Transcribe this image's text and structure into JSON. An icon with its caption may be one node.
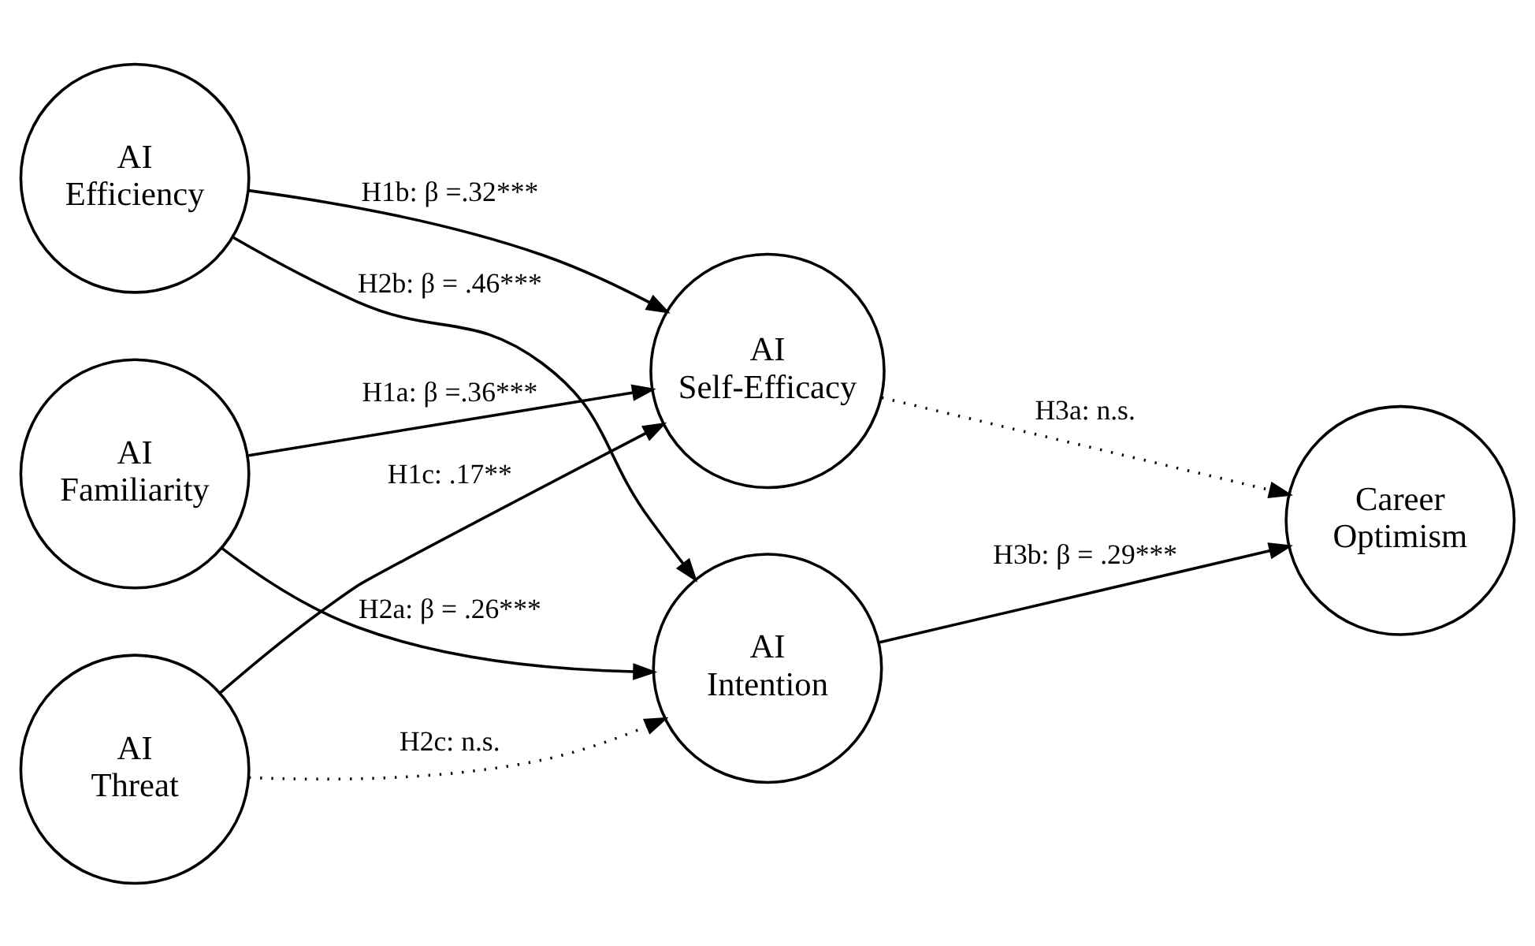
{
  "diagram": {
    "nodes": [
      {
        "text": [
          "AI Familiarity"
        ]
      },
      {
        "text": [
          "AI Efficiency"
        ]
      },
      {
        "text": [
          "AI Threat"
        ]
      },
      {
        "text": [
          "AI Self-Efficacy"
        ]
      },
      {
        "text": [
          "AI Intention"
        ]
      },
      {
        "text": [
          "Career Optimism"
        ]
      }
    ],
    "edges": [
      {
        "from": 0,
        "to": 3,
        "arrow": "to",
        "label": "H1a: β =.36***"
      },
      {
        "from": 1,
        "to": 3,
        "arrow": "to",
        "label": "H1b: β =.32***"
      },
      {
        "from": 2,
        "to": 3,
        "arrow": "to",
        "label": "H1c: .17**"
      },
      {
        "from": 0,
        "to": 4,
        "arrow": "to",
        "label": "H2a: β = .26***"
      },
      {
        "from": 1,
        "to": 4,
        "arrow": "to",
        "label": "H2b: β = .46***"
      },
      {
        "from": 2,
        "to": 4,
        "arrow": "to",
        "label": "H2c: n.s.",
        "style": "dashed"
      },
      {
        "from": 3,
        "to": 5,
        "arrow": "to",
        "label": "H3a: n.s.",
        "style": "dashed"
      },
      {
        "from": 4,
        "to": 5,
        "arrow": "to",
        "label": "H3b: β = .29***"
      }
    ]
  }
}
